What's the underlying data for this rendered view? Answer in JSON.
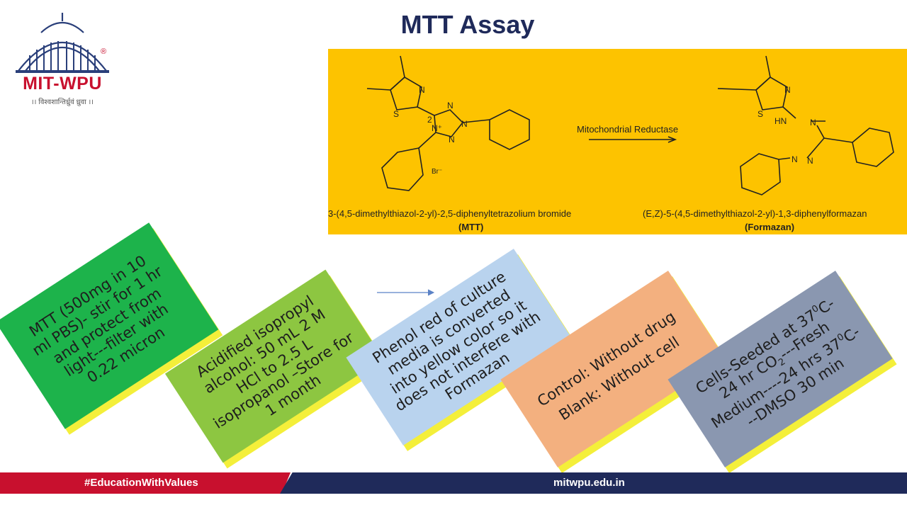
{
  "header": {
    "title": "MTT Assay",
    "logo": {
      "name": "MIT-WPU",
      "tagline": "।। विश्वशान्तिर्ध्रुवं ध्रुवा ।।",
      "registered_mark": "®"
    }
  },
  "reaction": {
    "reactant_label": "3-(4,5-dimethylthiazol-2-yl)-2,5-diphenyltetrazolium bromide",
    "reactant_abbr": "(MTT)",
    "product_label": "(E,Z)-5-(4,5-dimethylthiazol-2-yl)-1,3-diphenylformazan",
    "product_abbr": "(Formazan)",
    "enzyme_label": "Mitochondrial Reductase",
    "background_color": "#fdc300"
  },
  "cards": [
    {
      "text": "MTT (500mg in 10 ml PBS)- stir for 1 hr and protect from light---filter with 0.22 micron",
      "color": "#1db34b"
    },
    {
      "text": "Acidified isopropyl alcohol: 50 mL 2 M HCl to 2.5 L isopropanol –Store for 1 month",
      "color": "#8dc641"
    },
    {
      "text": "Phenol red of culture media is converted into yellow color so it does not interfere with Formazan",
      "color": "#b9d3ee"
    },
    {
      "lines": [
        "Control: Without drug",
        "Blank: Without cell"
      ],
      "color": "#f3b07f"
    },
    {
      "text_parts": [
        "Cells-Seeded at 37",
        "0",
        "C-24 hr CO",
        "2",
        "---Fresh Medium----24 hrs 37",
        "0",
        "C---DMSO 30 min"
      ],
      "color": "#8a97b0"
    }
  ],
  "footer": {
    "hashtag": "#EducationWithValues",
    "website": "mitwpu.edu.in",
    "left_color": "#c8102e",
    "right_color": "#1f2a5a"
  }
}
